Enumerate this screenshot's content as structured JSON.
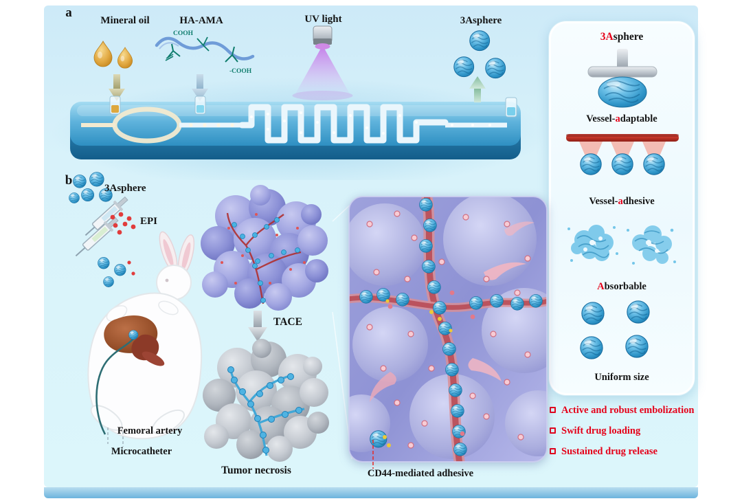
{
  "panel_a": {
    "label": "a",
    "mineral_oil_label": "Mineral oil",
    "ha_ama_label": "HA-AMA",
    "cooh_top": "COOH",
    "cooh_right": "-COOH",
    "uv_light_label": "UV light",
    "product_label": "3Asphere"
  },
  "panel_b": {
    "label": "b",
    "sphere_label": "3Asphere",
    "epi_label": "EPI",
    "femoral_artery_label": "Femoral artery",
    "microcatheter_label": "Microcatheter",
    "tace_label": "TACE",
    "tumor_necrosis_label": "Tumor necrosis",
    "cd44_label": "CD44-mediated adhesive"
  },
  "feature_box": {
    "title_red": "3A",
    "title_rest": "sphere",
    "items": [
      {
        "pre": "Vessel-",
        "accent": "a",
        "post": "daptable"
      },
      {
        "pre": "Vessel-",
        "accent": "a",
        "post": "dhesive"
      },
      {
        "pre": "",
        "accent": "A",
        "post": "bsorbable"
      },
      {
        "pre": "Uniform size",
        "accent": "",
        "post": ""
      }
    ]
  },
  "bullets": [
    "Active and robust embolization",
    "Swift drug loading",
    "Sustained drug release"
  ],
  "colors": {
    "accent_red": "#e50019",
    "sphere_blue": "#3aa6d8",
    "chip_blue": "#2e8fc2",
    "tumor_purple": "#8b90d6",
    "necrosis_gray": "#b2b8c0",
    "vessel_red": "#c03327",
    "panel_cyan": "#dcf6fb"
  }
}
